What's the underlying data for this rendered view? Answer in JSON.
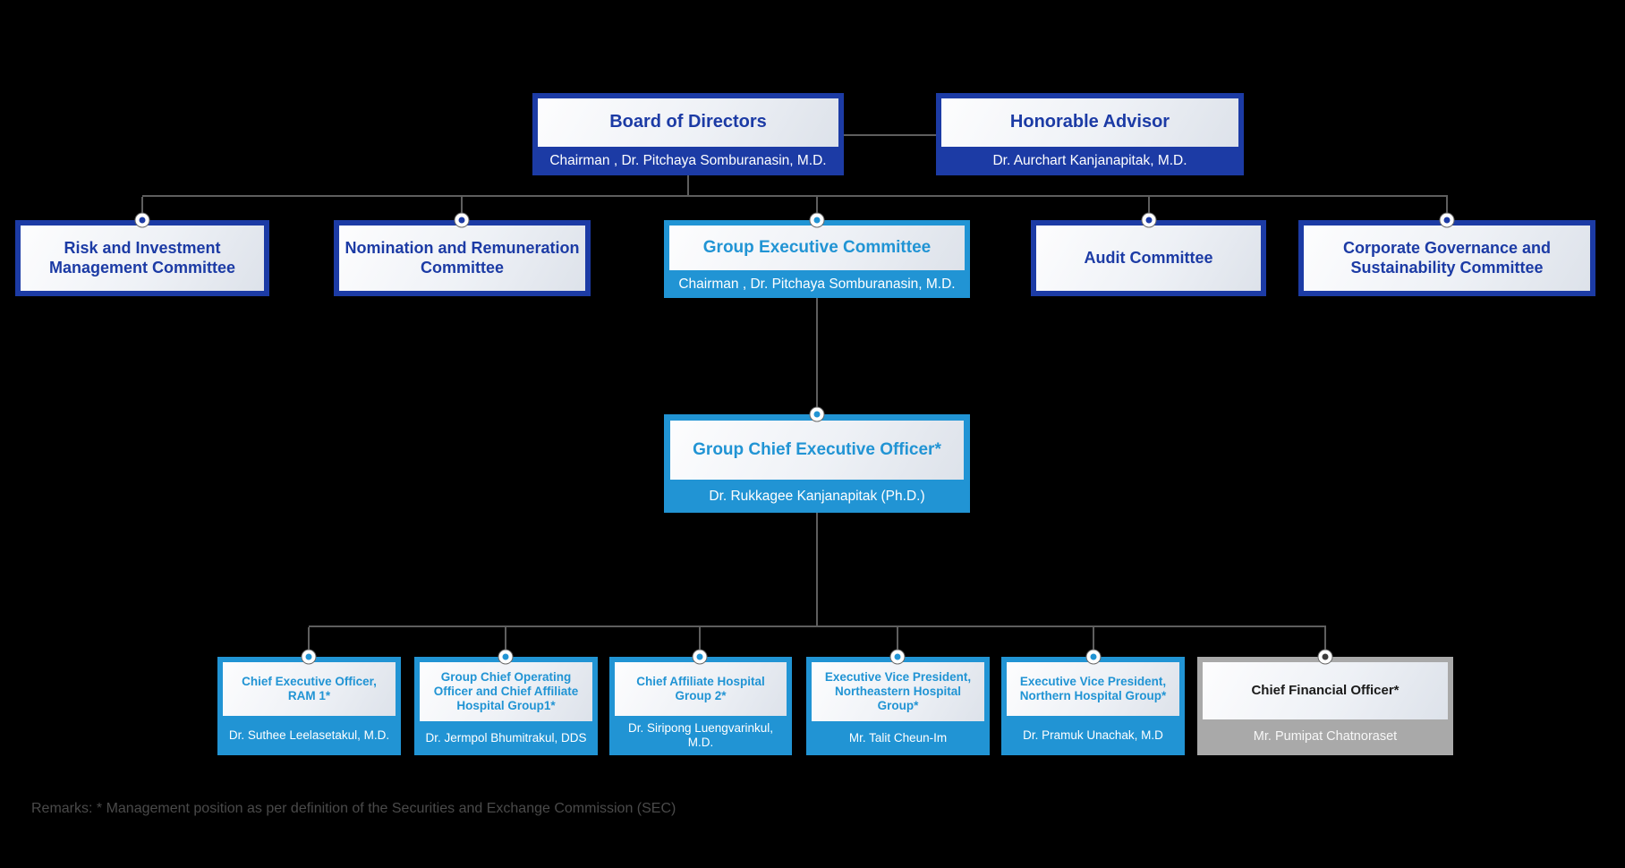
{
  "nodes": {
    "board": {
      "title": "Board of Directors",
      "subtitle": "Chairman , Dr. Pitchaya Somburanasin, M.D."
    },
    "advisor": {
      "title": "Honorable Advisor",
      "subtitle": "Dr. Aurchart Kanjanapitak, M.D."
    },
    "risk_committee": {
      "title": "Risk and Investment Management Committee"
    },
    "nomination_committee": {
      "title": "Nomination and Remuneration Committee"
    },
    "group_executive_committee": {
      "title": "Group Executive Committee",
      "subtitle": "Chairman , Dr. Pitchaya Somburanasin, M.D."
    },
    "audit_committee": {
      "title": "Audit Committee"
    },
    "governance_committee": {
      "title": "Corporate Governance and Sustainability Committee"
    },
    "group_ceo": {
      "title": "Group Chief Executive Officer*",
      "subtitle": "Dr. Rukkagee Kanjanapitak (Ph.D.)"
    }
  },
  "executives": [
    {
      "title": "Chief Executive Officer, RAM 1*",
      "name": "Dr. Suthee Leelasetakul, M.D."
    },
    {
      "title": "Group Chief Operating Officer and Chief Affiliate Hospital Group1*",
      "name": "Dr. Jermpol Bhumitrakul, DDS"
    },
    {
      "title": "Chief Affiliate Hospital Group 2*",
      "name": "Dr. Siripong Luengvarinkul, M.D."
    },
    {
      "title": "Executive Vice President, Northeastern Hospital Group*",
      "name": "Mr. Talit Cheun-Im"
    },
    {
      "title": "Executive Vice President, Northern Hospital Group*",
      "name": "Dr. Pramuk Unachak, M.D"
    },
    {
      "title": "Chief Financial Officer*",
      "name": "Mr. Pumipat Chatnoraset"
    }
  ],
  "remarks": "Remarks: * Management position as per definition of the Securities and Exchange Commission (SEC)",
  "colors": {
    "background": "#000000",
    "dark_blue": "#1c3ba5",
    "light_blue": "#2194d4",
    "gray_box": "#a9a9a9",
    "connector_gray": "#5e5e5e",
    "remarks_text": "#4a4a4a"
  }
}
